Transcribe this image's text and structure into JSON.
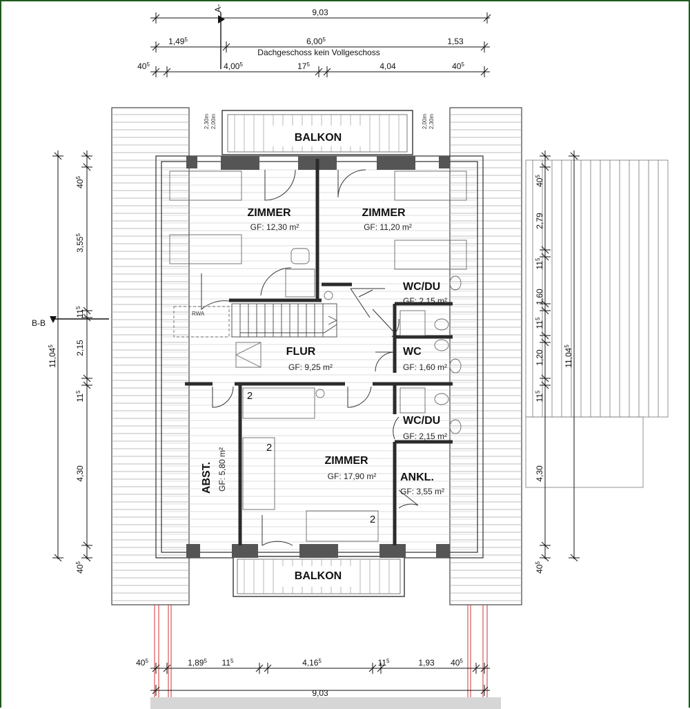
{
  "top_dims": {
    "overall": "9,03",
    "row2": [
      "1,49",
      "6,00",
      "1,53"
    ],
    "row2_sup": [
      "5",
      "5",
      ""
    ],
    "caption": "Dachgeschoss kein Vollgeschoss",
    "row3": [
      "40",
      "4,00",
      "17",
      "4,04",
      "40"
    ],
    "row3_sup": [
      "5",
      "5",
      "5",
      "",
      "5"
    ],
    "section_a": "A-"
  },
  "bottom_dims": {
    "row": [
      "40",
      "1,89",
      "11",
      "4,16",
      "11",
      "1,93",
      "40"
    ],
    "row_sup": [
      "5",
      "5",
      "5",
      "5",
      "5",
      "",
      "5"
    ],
    "overall": "9,03"
  },
  "left_dims": {
    "segments": [
      "40",
      "3,55",
      "11",
      "2,15",
      "11",
      "4,30",
      "40"
    ],
    "segments_sup": [
      "5",
      "5",
      "5",
      "",
      "5",
      "",
      "5"
    ],
    "overall": "11,04",
    "overall_sup": "5",
    "section_b": "B-B"
  },
  "right_dims": {
    "segments": [
      "40",
      "2,79",
      "11",
      "1,60",
      "11",
      "1,20",
      "11",
      "4,30",
      "40"
    ],
    "segments_sup": [
      "5",
      "",
      "5",
      "",
      "5",
      "",
      "5",
      "",
      "5"
    ],
    "overall": "11,04",
    "overall_sup": "5"
  },
  "height_marks": [
    "2,30m",
    "2,00m",
    "2,00m",
    "2,30m"
  ],
  "rooms": [
    {
      "name": "BALKON",
      "area": ""
    },
    {
      "name": "ZIMMER",
      "area": "GF: 12,30 m²"
    },
    {
      "name": "ZIMMER",
      "area": "GF: 11,20 m²"
    },
    {
      "name": "WC/DU",
      "area": "GF: 2,15 m²"
    },
    {
      "name": "FLUR",
      "area": "GF: 9,25 m²"
    },
    {
      "name": "WC",
      "area": "GF: 1,60 m²"
    },
    {
      "name": "WC/DU",
      "area": "GF: 2,15 m²"
    },
    {
      "name": "ZIMMER",
      "area": "GF: 17,90 m²"
    },
    {
      "name": "ANKL.",
      "area": "GF: 3,55 m²"
    },
    {
      "name": "ABST.",
      "area": "GF: 5,80 m²"
    },
    {
      "name": "BALKON",
      "area": ""
    }
  ],
  "labels": {
    "rwa": "RWA",
    "bed_numbers": [
      "2",
      "2",
      "2"
    ]
  },
  "colors": {
    "wall": "#2b2b2b",
    "wall_fill": "#555555",
    "roof_line": "#9a9a9a",
    "dim_line": "#111111",
    "pipe": "#cc3333"
  }
}
